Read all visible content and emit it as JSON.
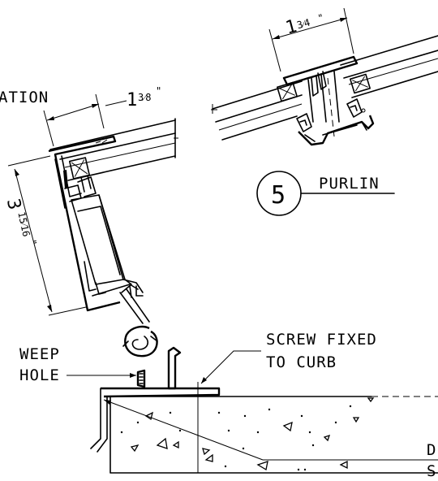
{
  "labels": {
    "insulation_fragment": "ATION",
    "dim_top": "1¾\"",
    "dim_top_whole": "1",
    "dim_top_frac": "3⁄4",
    "dim_left_whole": "1",
    "dim_left_frac": "3⁄8",
    "dim_vertical_whole": "3",
    "dim_vertical_frac": "15⁄16",
    "detail_number": "5",
    "detail_title": "PURLIN",
    "weep_line1": "WEEP",
    "weep_line2": "HOLE",
    "screw_line1": "SCREW FIXED",
    "screw_line2": "TO CURB",
    "edge_d": "D",
    "edge_s": "S"
  }
}
